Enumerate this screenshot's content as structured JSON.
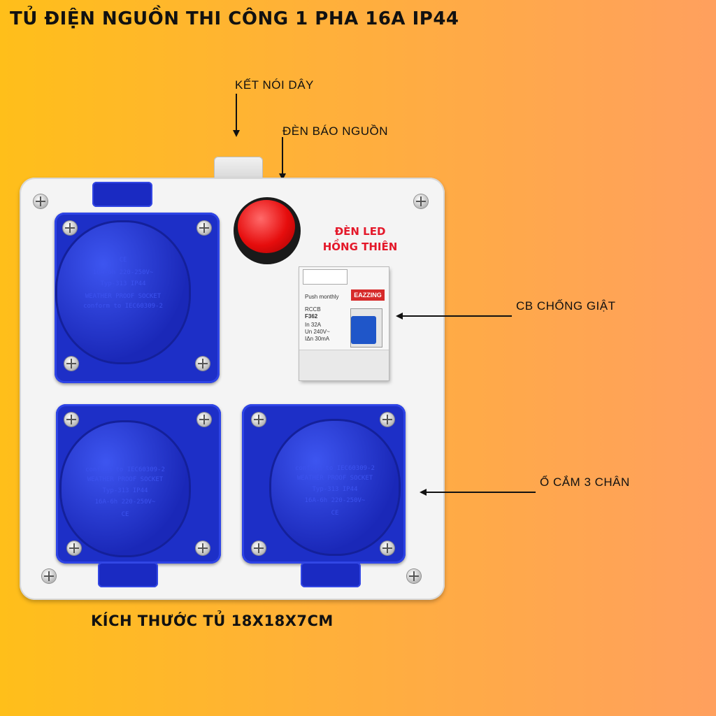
{
  "title": "TỦ ĐIỆN NGUỒN THI CÔNG 1 PHA 16A IP44",
  "labels": {
    "ket_noi_day": "KẾT NÓI DÂY",
    "den_bao_nguon": "ĐÈN BÁO NGUỒN",
    "cb_chong_giat": "CB CHỐNG GIẬT",
    "o_cam_3_chan": "Ổ CẮM 3 CHÂN",
    "led_line1": "ĐÈN LED",
    "led_line2": "HỒNG THIÊN"
  },
  "dimensions": "KÍCH THƯỚC TỦ 18X18X7CM",
  "socket_text": {
    "ce": "CE",
    "rating": "16A-6h 220-250V~",
    "type": "Typ-313 IP44",
    "note1": "WEATHER PROOF SOCKET",
    "note2": "conform to IEC60309-2"
  },
  "rccb_text": {
    "push": "Push monthly",
    "brand": "EAZZING",
    "model1": "RCCB",
    "model2": "F362",
    "in": "In  32A",
    "un": "Un  240V~",
    "idn": "IΔn  30mA"
  },
  "colors": {
    "socket_blue": "#1d2fc7",
    "lamp_red": "#e60d0d",
    "led_text": "#e4182a",
    "background_start": "#ffbf1a",
    "background_end": "#ffa05e"
  }
}
